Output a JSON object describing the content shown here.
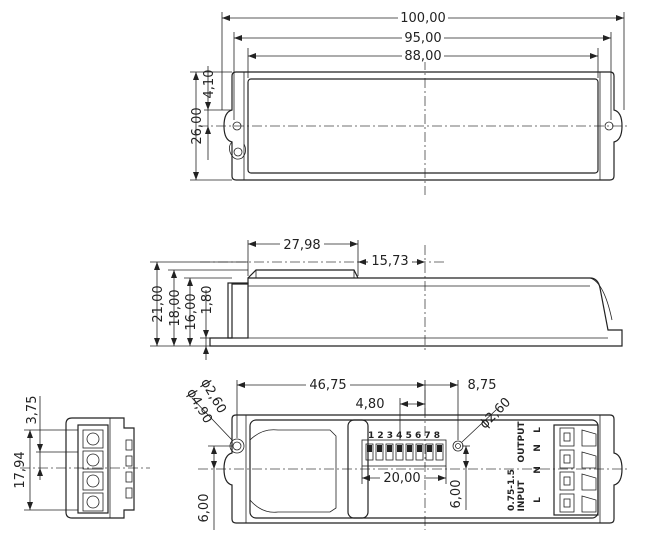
{
  "top_view": {
    "length_total": "100,00",
    "length_holes": "95,00",
    "length_body": "88,00",
    "flange": "4,10",
    "width": "26,00"
  },
  "side_view": {
    "dim_a": "27,98",
    "dim_b": "15,73",
    "h_total": "21,00",
    "h_body": "18,00",
    "h_inner": "16,00",
    "h_base": "1,80"
  },
  "front_view": {
    "hole_dia_a": "ϕ2,60",
    "hole_dia_b": "ϕ4,90",
    "dist_a": "46,75",
    "dist_b": "8,75",
    "dist_c": "4,80",
    "dist_d": "20,00",
    "dist_e": "6,00",
    "dist_f": "6,00",
    "hole_dia_c": "ϕ2,60",
    "switch_numbers": "1 2 3 4 5 6 7 8",
    "spec": "0.75-1.5",
    "input": "INPUT",
    "output": "OUTPUT",
    "terminal_l": "L",
    "terminal_n": "N"
  },
  "end_view": {
    "width": "17,94",
    "offset": "3,75"
  }
}
